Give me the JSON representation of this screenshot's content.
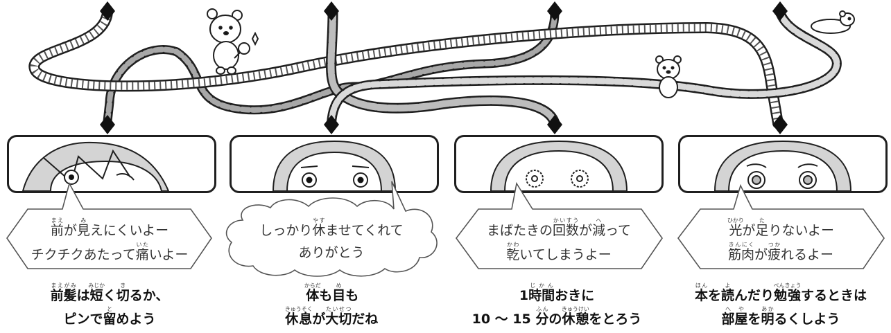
{
  "colors": {
    "line": "#1f1f1f",
    "rope_fill": "#ffffff",
    "chain_fill": "#d9d9d9",
    "dash_fill": "#a8a8a8",
    "skin": "#ffffff",
    "hair": "#d4d4d4"
  },
  "panels": [
    {
      "bubble_lines": [
        [
          {
            "t": "前",
            "r": "まえ"
          },
          {
            "t": "が"
          },
          {
            "t": "見",
            "r": "み"
          },
          {
            "t": "えにくいよー"
          }
        ],
        [
          {
            "t": "チクチクあたって"
          },
          {
            "t": "痛",
            "r": "いた"
          },
          {
            "t": "いよー"
          }
        ]
      ],
      "caption_lines": [
        [
          {
            "t": "前髪",
            "r": "まえがみ"
          },
          {
            "t": "は"
          },
          {
            "t": "短",
            "r": "みじか"
          },
          {
            "t": "く"
          },
          {
            "t": "切",
            "r": "き"
          },
          {
            "t": "るか、"
          }
        ],
        [
          {
            "t": "ピンで"
          },
          {
            "t": "留",
            "r": "と"
          },
          {
            "t": "めよう"
          }
        ]
      ]
    },
    {
      "bubble_lines": [
        [
          {
            "t": "しっかり"
          },
          {
            "t": "休",
            "r": "やす"
          },
          {
            "t": "ませてくれて"
          }
        ],
        [
          {
            "t": "ありがとう"
          }
        ]
      ],
      "caption_lines": [
        [
          {
            "t": "体",
            "r": "からだ"
          },
          {
            "t": "も"
          },
          {
            "t": "目",
            "r": "め"
          },
          {
            "t": "も"
          }
        ],
        [
          {
            "t": "休息",
            "r": "きゅうそく"
          },
          {
            "t": "が"
          },
          {
            "t": "大切",
            "r": "たいせつ"
          },
          {
            "t": "だね"
          }
        ]
      ]
    },
    {
      "bubble_lines": [
        [
          {
            "t": "まばたきの"
          },
          {
            "t": "回数",
            "r": "かいすう"
          },
          {
            "t": "が"
          },
          {
            "t": "減",
            "r": "へ"
          },
          {
            "t": "って"
          }
        ],
        [
          {
            "t": "乾",
            "r": "かわ"
          },
          {
            "t": "いてしまうよー"
          }
        ]
      ],
      "caption_lines": [
        [
          {
            "t": "1"
          },
          {
            "t": "時間",
            "r": "じかん"
          },
          {
            "t": "おきに"
          }
        ],
        [
          {
            "t": "10 ～ 15 "
          },
          {
            "t": "分",
            "r": "ふん"
          },
          {
            "t": "の"
          },
          {
            "t": "休憩",
            "r": "きゅうけい"
          },
          {
            "t": "をとろう"
          }
        ]
      ]
    },
    {
      "bubble_lines": [
        [
          {
            "t": "光",
            "r": "ひかり"
          },
          {
            "t": "が"
          },
          {
            "t": "足",
            "r": "た"
          },
          {
            "t": "りないよー"
          }
        ],
        [
          {
            "t": "筋肉",
            "r": "きんにく"
          },
          {
            "t": "が"
          },
          {
            "t": "疲",
            "r": "つか"
          },
          {
            "t": "れるよー"
          }
        ]
      ],
      "caption_lines": [
        [
          {
            "t": "本",
            "r": "ほん"
          },
          {
            "t": "を"
          },
          {
            "t": "読",
            "r": "よ"
          },
          {
            "t": "んだり"
          },
          {
            "t": "勉強",
            "r": "べんきょう"
          },
          {
            "t": "するときは"
          }
        ],
        [
          {
            "t": "部屋",
            "r": "へや"
          },
          {
            "t": "を"
          },
          {
            "t": "明",
            "r": "あか"
          },
          {
            "t": "るくしよう"
          }
        ]
      ]
    }
  ]
}
